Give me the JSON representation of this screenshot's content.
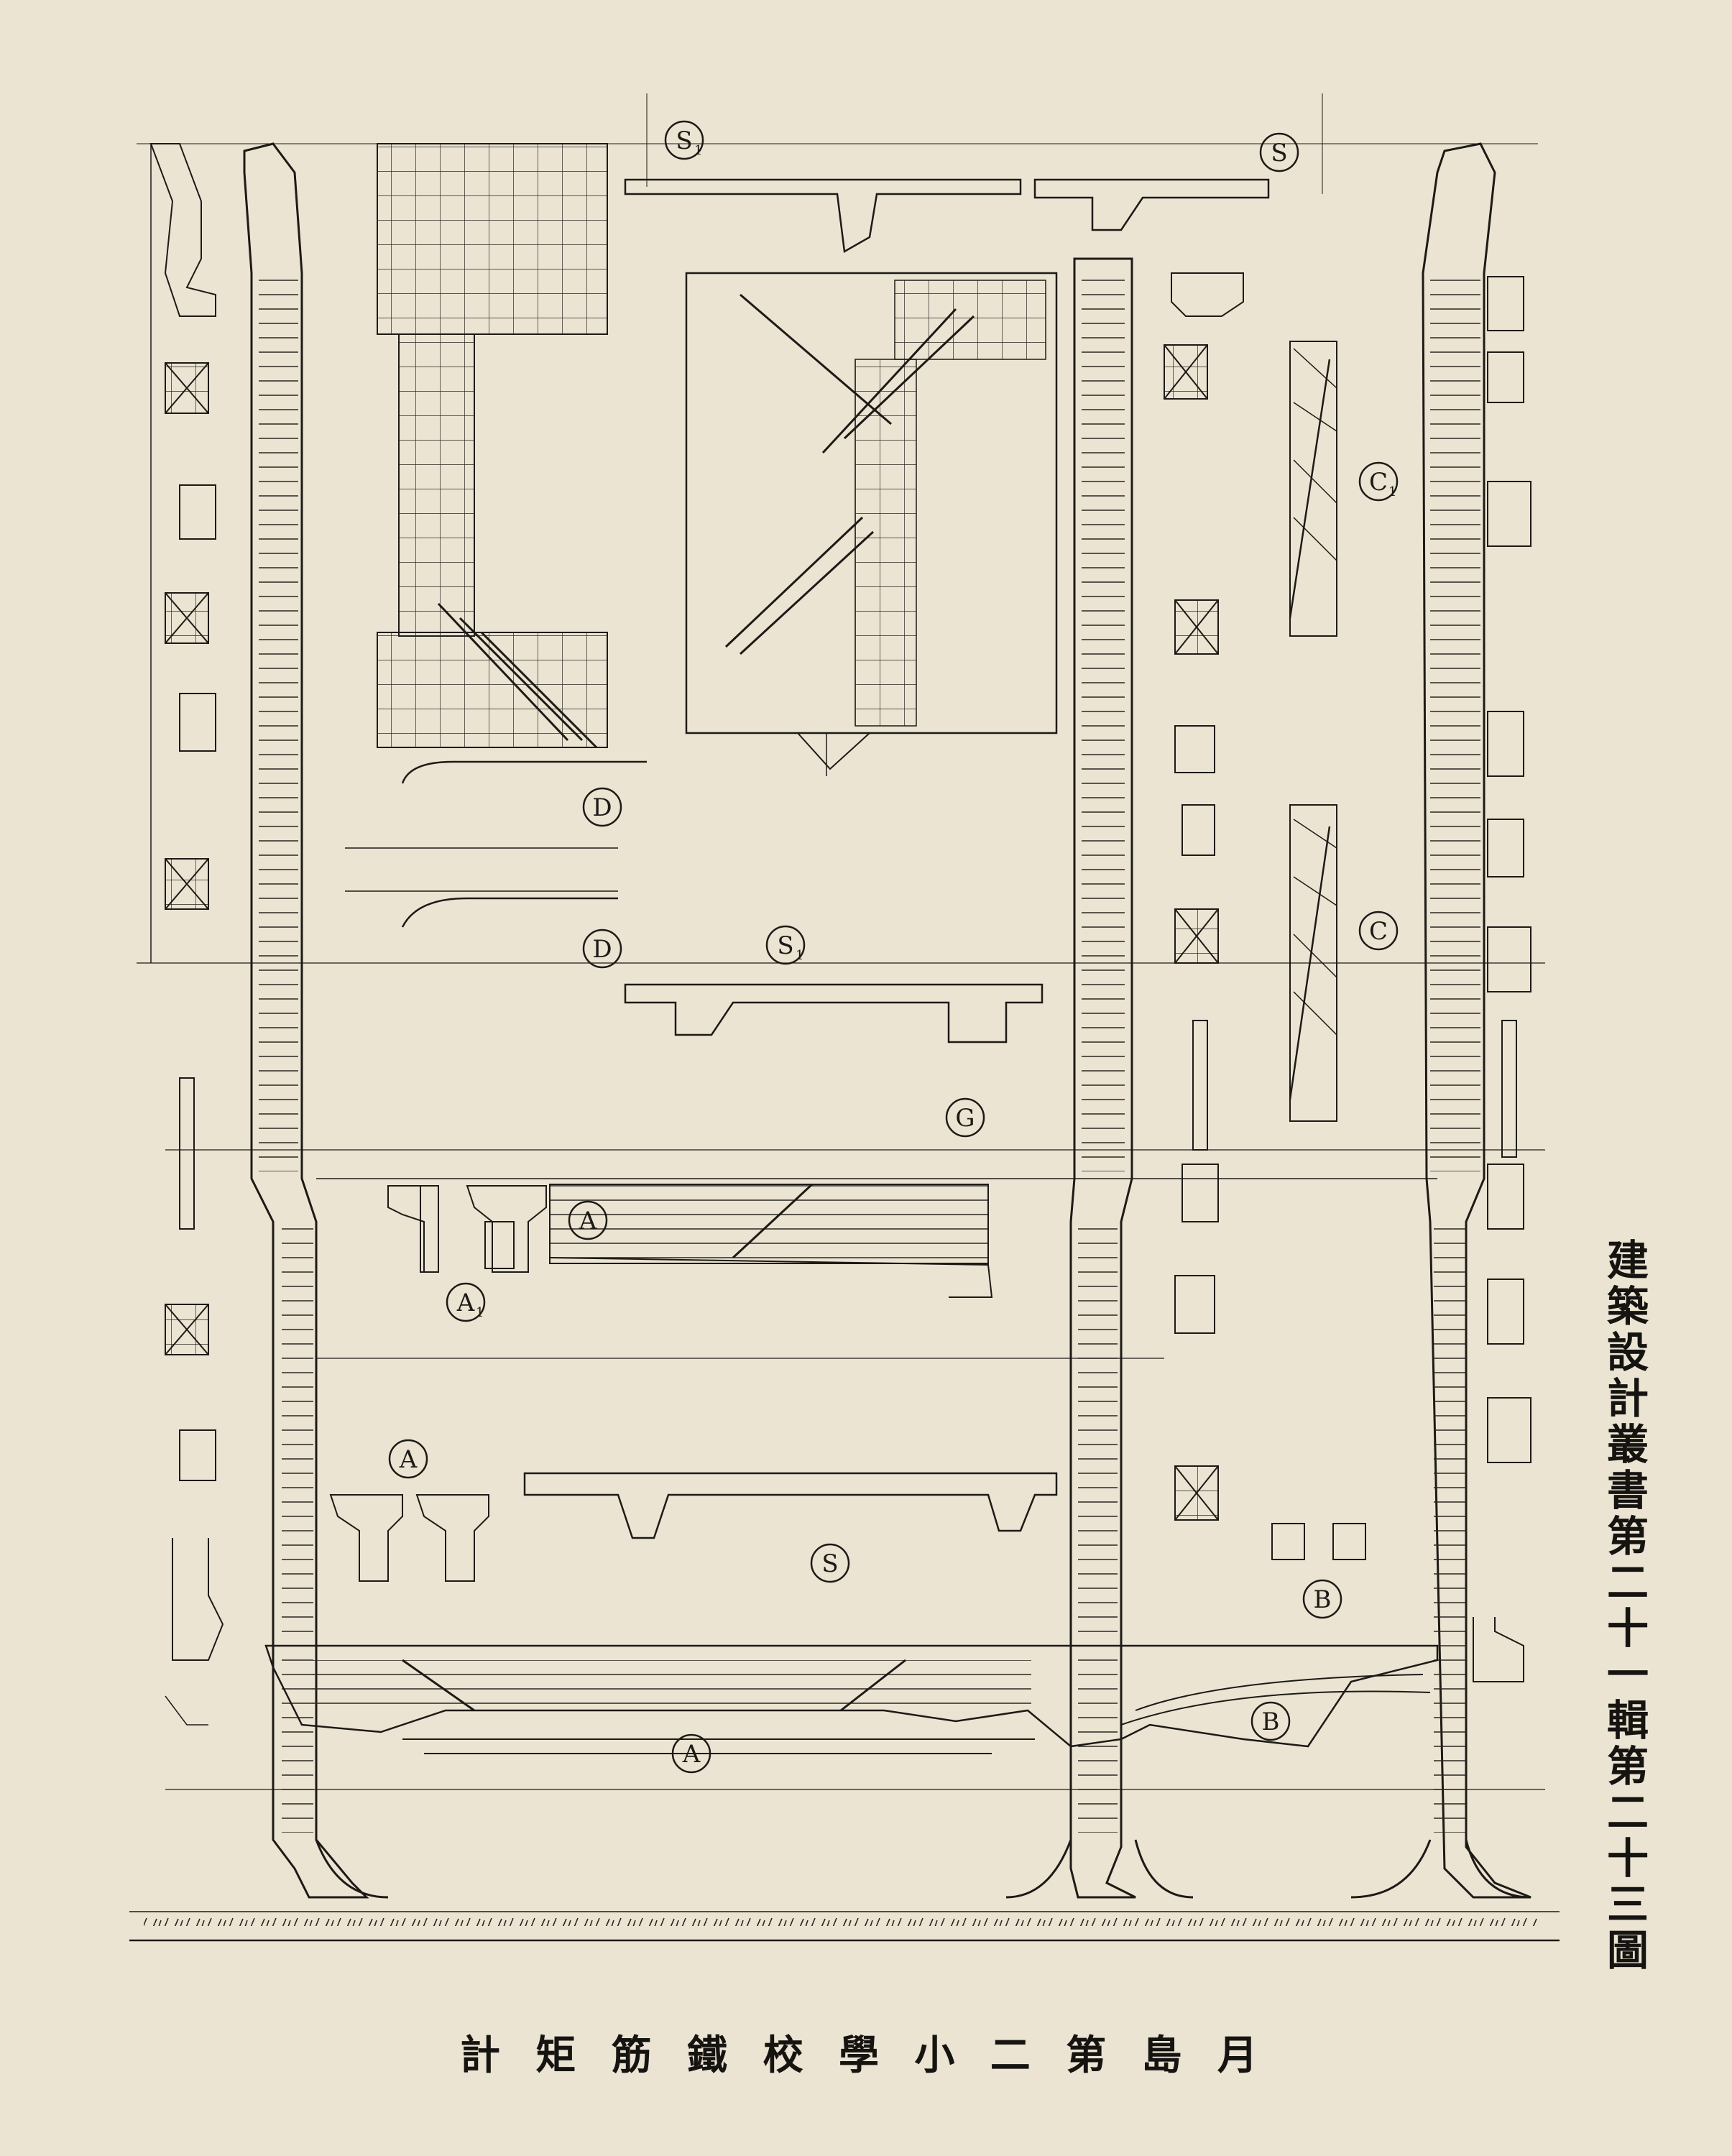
{
  "plate": {
    "vertical_title": "建築設計叢書第二十一輯第二十三圖",
    "bottom_title_chars": [
      "計",
      "矩",
      "筋",
      "鐵",
      "校",
      "學",
      "小",
      "二",
      "第",
      "島",
      "月"
    ]
  },
  "colors": {
    "paper": "#ebe4d3",
    "ink": "#1d1a16"
  },
  "diagram": {
    "section_markers": [
      {
        "id": "s-top-left",
        "letter": "S",
        "sub": "1"
      },
      {
        "id": "s-top-right",
        "letter": "S"
      },
      {
        "id": "s-mid",
        "letter": "S",
        "sub": "1"
      },
      {
        "id": "s-lower",
        "letter": "S"
      },
      {
        "id": "d-1",
        "letter": "D"
      },
      {
        "id": "d-2",
        "letter": "D"
      },
      {
        "id": "c-1",
        "letter": "C",
        "sub": "1"
      },
      {
        "id": "c-2",
        "letter": "C"
      },
      {
        "id": "g-1",
        "letter": "G"
      },
      {
        "id": "a-1",
        "letter": "A"
      },
      {
        "id": "a-2",
        "letter": "A",
        "sub": "1"
      },
      {
        "id": "a-3",
        "letter": "A"
      },
      {
        "id": "a-4",
        "letter": "A"
      },
      {
        "id": "b-1",
        "letter": "B"
      },
      {
        "id": "b-2",
        "letter": "B"
      }
    ]
  }
}
